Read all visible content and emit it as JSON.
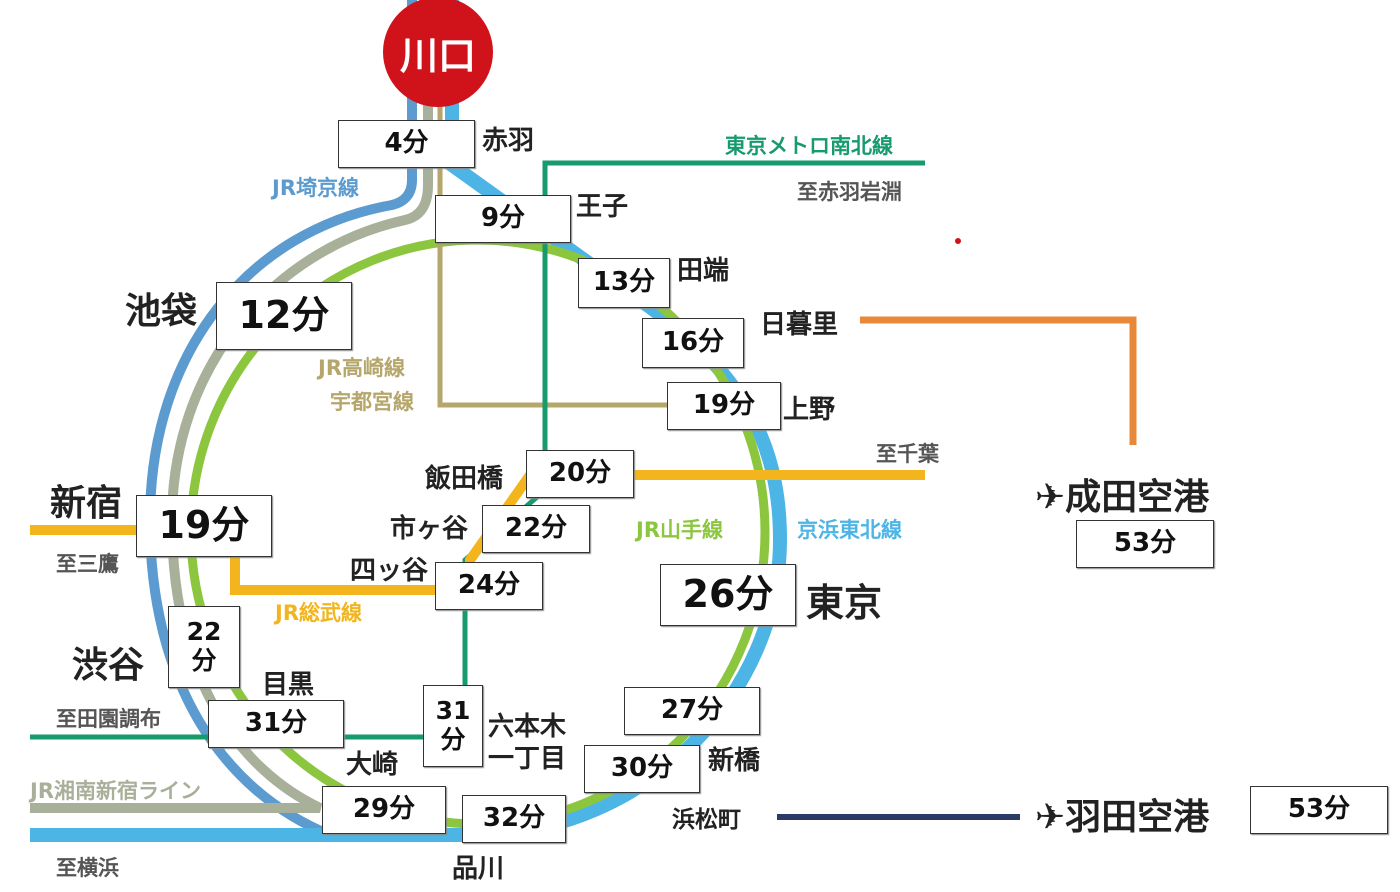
{
  "origin": "川口",
  "stations": {
    "akabane": {
      "name": "赤羽",
      "time": "4分"
    },
    "oji": {
      "name": "王子",
      "time": "9分"
    },
    "tabata": {
      "name": "田端",
      "time": "13分"
    },
    "nippori": {
      "name": "日暮里",
      "time": "16分"
    },
    "ueno": {
      "name": "上野",
      "time": "19分"
    },
    "ikebukuro": {
      "name": "池袋",
      "time": "12分"
    },
    "shinjuku": {
      "name": "新宿",
      "time": "19分"
    },
    "iidabashi": {
      "name": "飯田橋",
      "time": "20分"
    },
    "ichigaya": {
      "name": "市ヶ谷",
      "time": "22分"
    },
    "yotsuya": {
      "name": "四ッ谷",
      "time": "24分"
    },
    "tokyo": {
      "name": "東京",
      "time": "26分"
    },
    "shibuya": {
      "name": "渋谷",
      "time_num": "22",
      "time_unit": "分"
    },
    "meguro": {
      "name": "目黒",
      "time": "31分"
    },
    "roppongi": {
      "name_line1": "六本木",
      "name_line2": "一丁目",
      "time_num": "31",
      "time_unit": "分"
    },
    "shimbashi": {
      "name": "新橋",
      "time": "27分"
    },
    "hamamatsucho": {
      "name": "浜松町",
      "time": "30分"
    },
    "osaki": {
      "name": "大崎",
      "time": "29分"
    },
    "shinagawa": {
      "name": "品川",
      "time": "32分"
    },
    "narita": {
      "icon": "airplane-icon",
      "name": "✈成田空港",
      "time": "53分"
    },
    "haneda": {
      "icon": "airplane-icon",
      "name": "✈羽田空港",
      "time": "53分"
    }
  },
  "line_labels": {
    "namboku": "東京メトロ南北線",
    "akabane_iwabuchi": "至赤羽岩淵",
    "saikyo": "JR埼京線",
    "takasaki": "JR高崎線",
    "utsunomiya": "宇都宮線",
    "chiba": "至千葉",
    "yamanote": "JR山手線",
    "keihin": "京浜東北線",
    "mitaka": "至三鷹",
    "sobu": "JR総武線",
    "denenchofu": "至田園調布",
    "shonan": "JR湘南新宿ライン",
    "yokohama": "至横浜"
  },
  "colors": {
    "kawaguchi": "#d0121b",
    "keihin": "#4cb5e5",
    "saikyo": "#5b9bd0",
    "shonan": "#a8b09a",
    "yamanote": "#8cc63f",
    "takasaki": "#b5a66b",
    "namboku": "#179a6c",
    "sobu": "#f2b51e",
    "narita": "#e8893a",
    "haneda": "#2b3a67"
  }
}
